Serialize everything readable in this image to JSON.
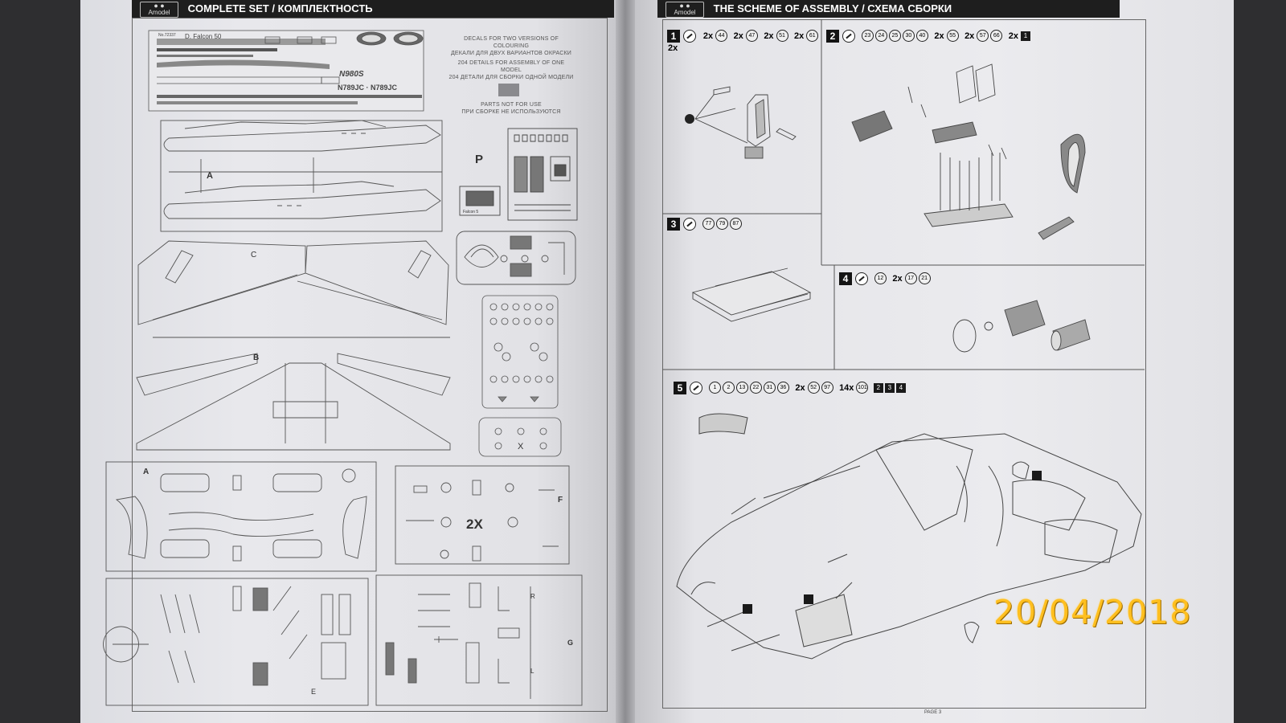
{
  "left_page": {
    "header": "COMPLETE SET / КОМПЛЕКТНОСТЬ",
    "brand": "Amodel",
    "decal_sheet": {
      "title": "D. Falcon 50",
      "item": "No.72337",
      "reg1": "N980S",
      "reg2": "N789JC · N789JC"
    },
    "notes": {
      "decals_en": "DECALS FOR TWO VERSIONS OF COLOURING",
      "decals_ru": "ДЕКАЛИ ДЛЯ ДВУХ ВАРИАНТОВ ОКРАСКИ",
      "details_en": "204 DETAILS FOR ASSEMBLY OF ONE MODEL",
      "details_ru": "204 ДЕТАЛИ ДЛЯ СБОРКИ ОДНОЙ МОДЕЛИ",
      "notuse_en": "PARTS NOT FOR USE",
      "notuse_ru": "ПРИ СБОРКЕ НЕ ИСПОЛЬЗУЮТСЯ"
    },
    "sprue_letters": {
      "a": "A",
      "c": "C",
      "b": "B",
      "a2": "A",
      "f": "F",
      "e": "E",
      "g": "G",
      "l": "L",
      "r": "R",
      "x": "X",
      "p": "P",
      "twox": "2X"
    },
    "etch_label": "Falcon 5"
  },
  "right_page": {
    "header": "THE SCHEME OF ASSEMBLY / СХЕМА СБОРКИ",
    "brand": "Amodel",
    "steps": [
      {
        "num": "1",
        "seq": [
          "2x",
          "44",
          "2x",
          "47",
          "2x",
          "51",
          "2x",
          "61"
        ],
        "extra": "2x"
      },
      {
        "num": "2",
        "seq": [
          "23",
          "24",
          "25",
          "30",
          "40",
          "2x",
          "55",
          "2x",
          "57",
          "66",
          "2x"
        ],
        "sq": [
          "1"
        ]
      },
      {
        "num": "3",
        "seq": [
          "77",
          "79",
          "87"
        ]
      },
      {
        "num": "4",
        "seq": [
          "12",
          "2x",
          "17",
          "21"
        ]
      },
      {
        "num": "5",
        "seq": [
          "1",
          "2",
          "13",
          "22",
          "31",
          "36",
          "2x",
          "52",
          "97",
          "14x",
          "101"
        ],
        "sq": [
          "2",
          "3",
          "4"
        ]
      }
    ],
    "page_label": "PAGE 3"
  },
  "timestamp": "20/04/2018"
}
